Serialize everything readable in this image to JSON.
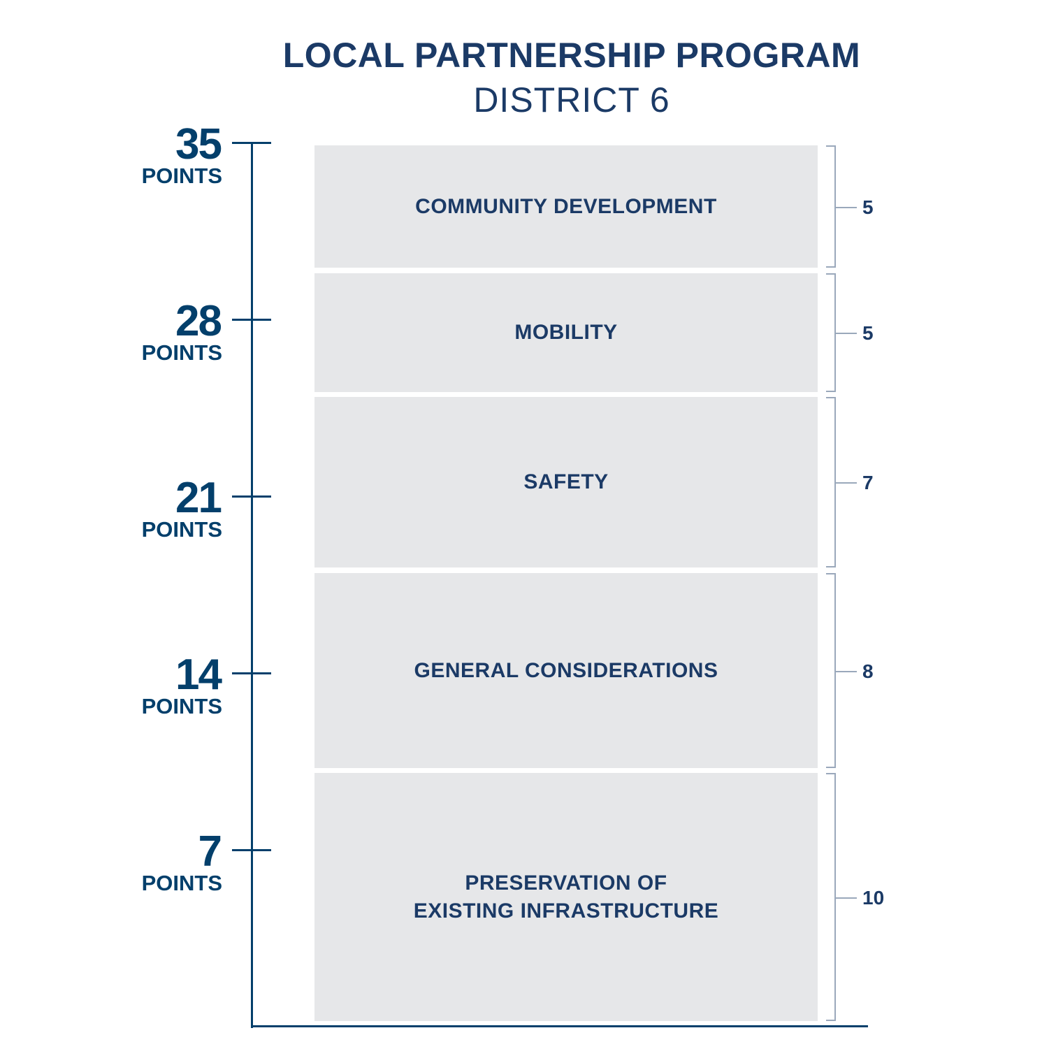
{
  "chart_data": {
    "type": "bar",
    "title": "LOCAL PARTNERSHIP PROGRAM",
    "subtitle": "DISTRICT 6",
    "ylabel": "POINTS",
    "ylim": [
      0,
      35
    ],
    "y_ticks": [
      "7",
      "14",
      "21",
      "28",
      "35"
    ],
    "y_tick_unit": "POINTS",
    "categories": [
      "COMMUNITY DEVELOPMENT",
      "MOBILITY",
      "SAFETY",
      "GENERAL CONSIDERATIONS",
      "PRESERVATION OF\nEXISTING INFRASTRUCTURE"
    ],
    "values": [
      "5",
      "5",
      "7",
      "8",
      "10"
    ],
    "colors": {
      "axis": "#033f6b",
      "text": "#1b3a66",
      "segment": "#e6e7e9",
      "bracket": "#9aa8bb"
    }
  }
}
